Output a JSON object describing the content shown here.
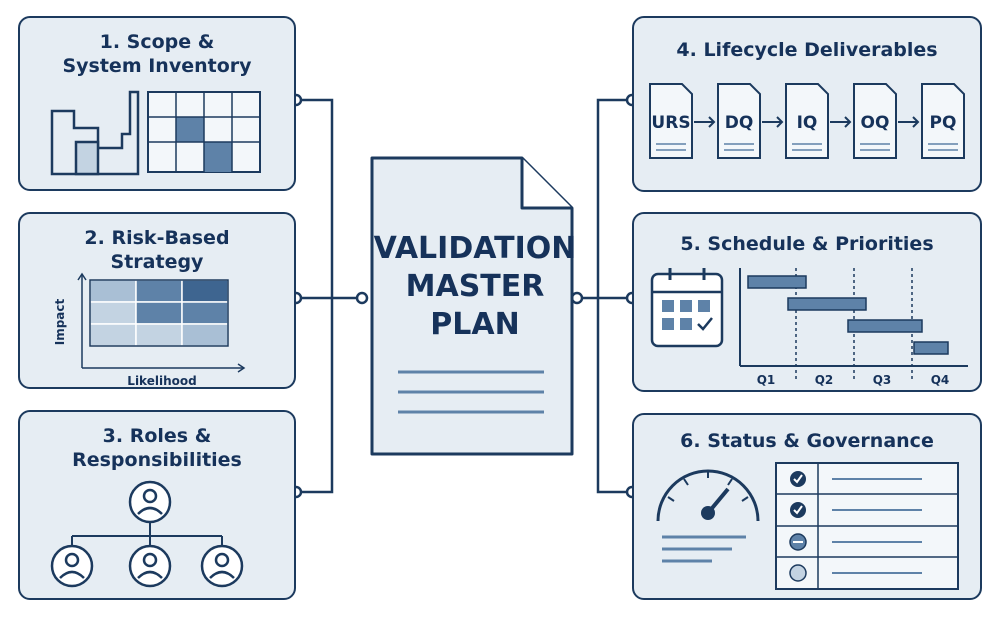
{
  "center": {
    "title_lines": [
      "VALIDATION",
      "MASTER",
      "PLAN"
    ]
  },
  "panels": {
    "scope": {
      "title_lines": [
        "1. Scope &",
        "System Inventory"
      ]
    },
    "risk": {
      "title_lines": [
        "2. Risk-Based",
        "Strategy"
      ],
      "y_axis_label": "Impact",
      "x_axis_label": "Likelihood"
    },
    "roles": {
      "title_lines": [
        "3. Roles &",
        "Responsibilities"
      ]
    },
    "lifecycle": {
      "title_lines": [
        "4. Lifecycle Deliverables"
      ],
      "documents": [
        "URS",
        "DQ",
        "IQ",
        "OQ",
        "PQ"
      ]
    },
    "schedule": {
      "title_lines": [
        "5. Schedule & Priorities"
      ],
      "quarters": [
        "Q1",
        "Q2",
        "Q3",
        "Q4"
      ]
    },
    "status": {
      "title_lines": [
        "6. Status & Governance"
      ],
      "checklist_states": [
        "check",
        "check",
        "minus",
        "empty"
      ]
    }
  },
  "icons": [
    "factory-icon",
    "grid-icon",
    "calendar-icon",
    "gauge-icon",
    "person-icon",
    "document-icon"
  ],
  "colors": {
    "navy": "#1c3a5e",
    "panel_bg": "#e6edf3",
    "accent": "#5e82a8",
    "light_fill": "#c3d3e2"
  }
}
